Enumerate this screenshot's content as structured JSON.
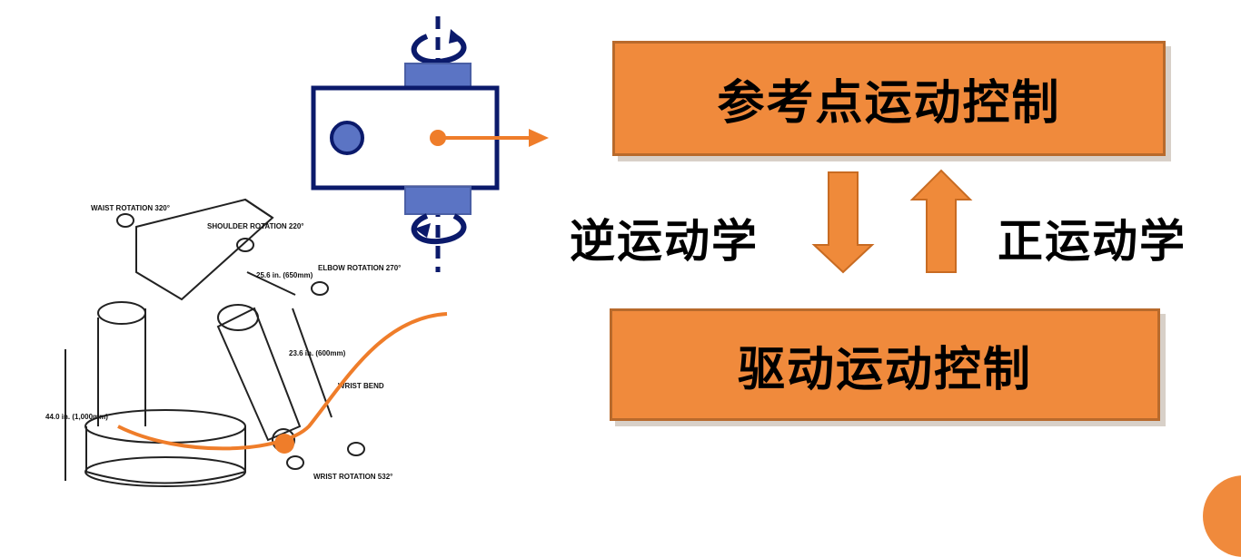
{
  "boxes": {
    "top_label": "参考点运动控制",
    "bottom_label": "驱动运动控制"
  },
  "arrows": {
    "left_label": "逆运动学",
    "right_label": "正运动学"
  },
  "robot_drawing": {
    "annotations": [
      "WAIST ROTATION 320°",
      "SHOULDER ROTATION 220°",
      "ELBOW ROTATION 270°",
      "25.6 in. (650mm)",
      "23.6 in. (600mm)",
      "WRIST BEND",
      "44.0 in. (1,000mm)",
      "WRIST ROTATION 532°"
    ]
  },
  "colors": {
    "accent_orange": "#f08a3c",
    "arrow_orange": "#ef7d2a",
    "joint_navy": "#0b1a6b",
    "joint_fill": "#5b74c4"
  }
}
